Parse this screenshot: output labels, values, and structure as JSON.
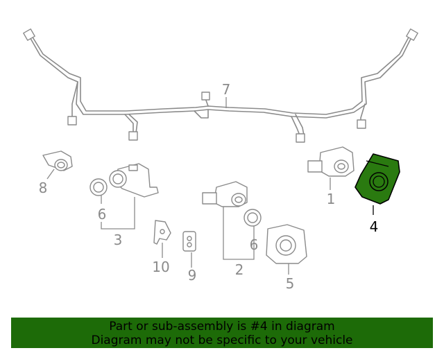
{
  "diagram": {
    "part_labels": {
      "p1": "1",
      "p2": "2",
      "p3": "3",
      "p4": "4",
      "p5": "5",
      "p6a": "6",
      "p6b": "6",
      "p7": "7",
      "p8": "8",
      "p9": "9",
      "p10": "10"
    },
    "highlighted_part": "4",
    "colors": {
      "line_art": "#8a8a8a",
      "highlight_fill": "#2a7a10",
      "banner_bg": "#1d6b08"
    }
  },
  "banner": {
    "line1": "Part or sub-assembly is #4 in diagram",
    "line2": "Diagram may not be specific to your vehicle"
  }
}
